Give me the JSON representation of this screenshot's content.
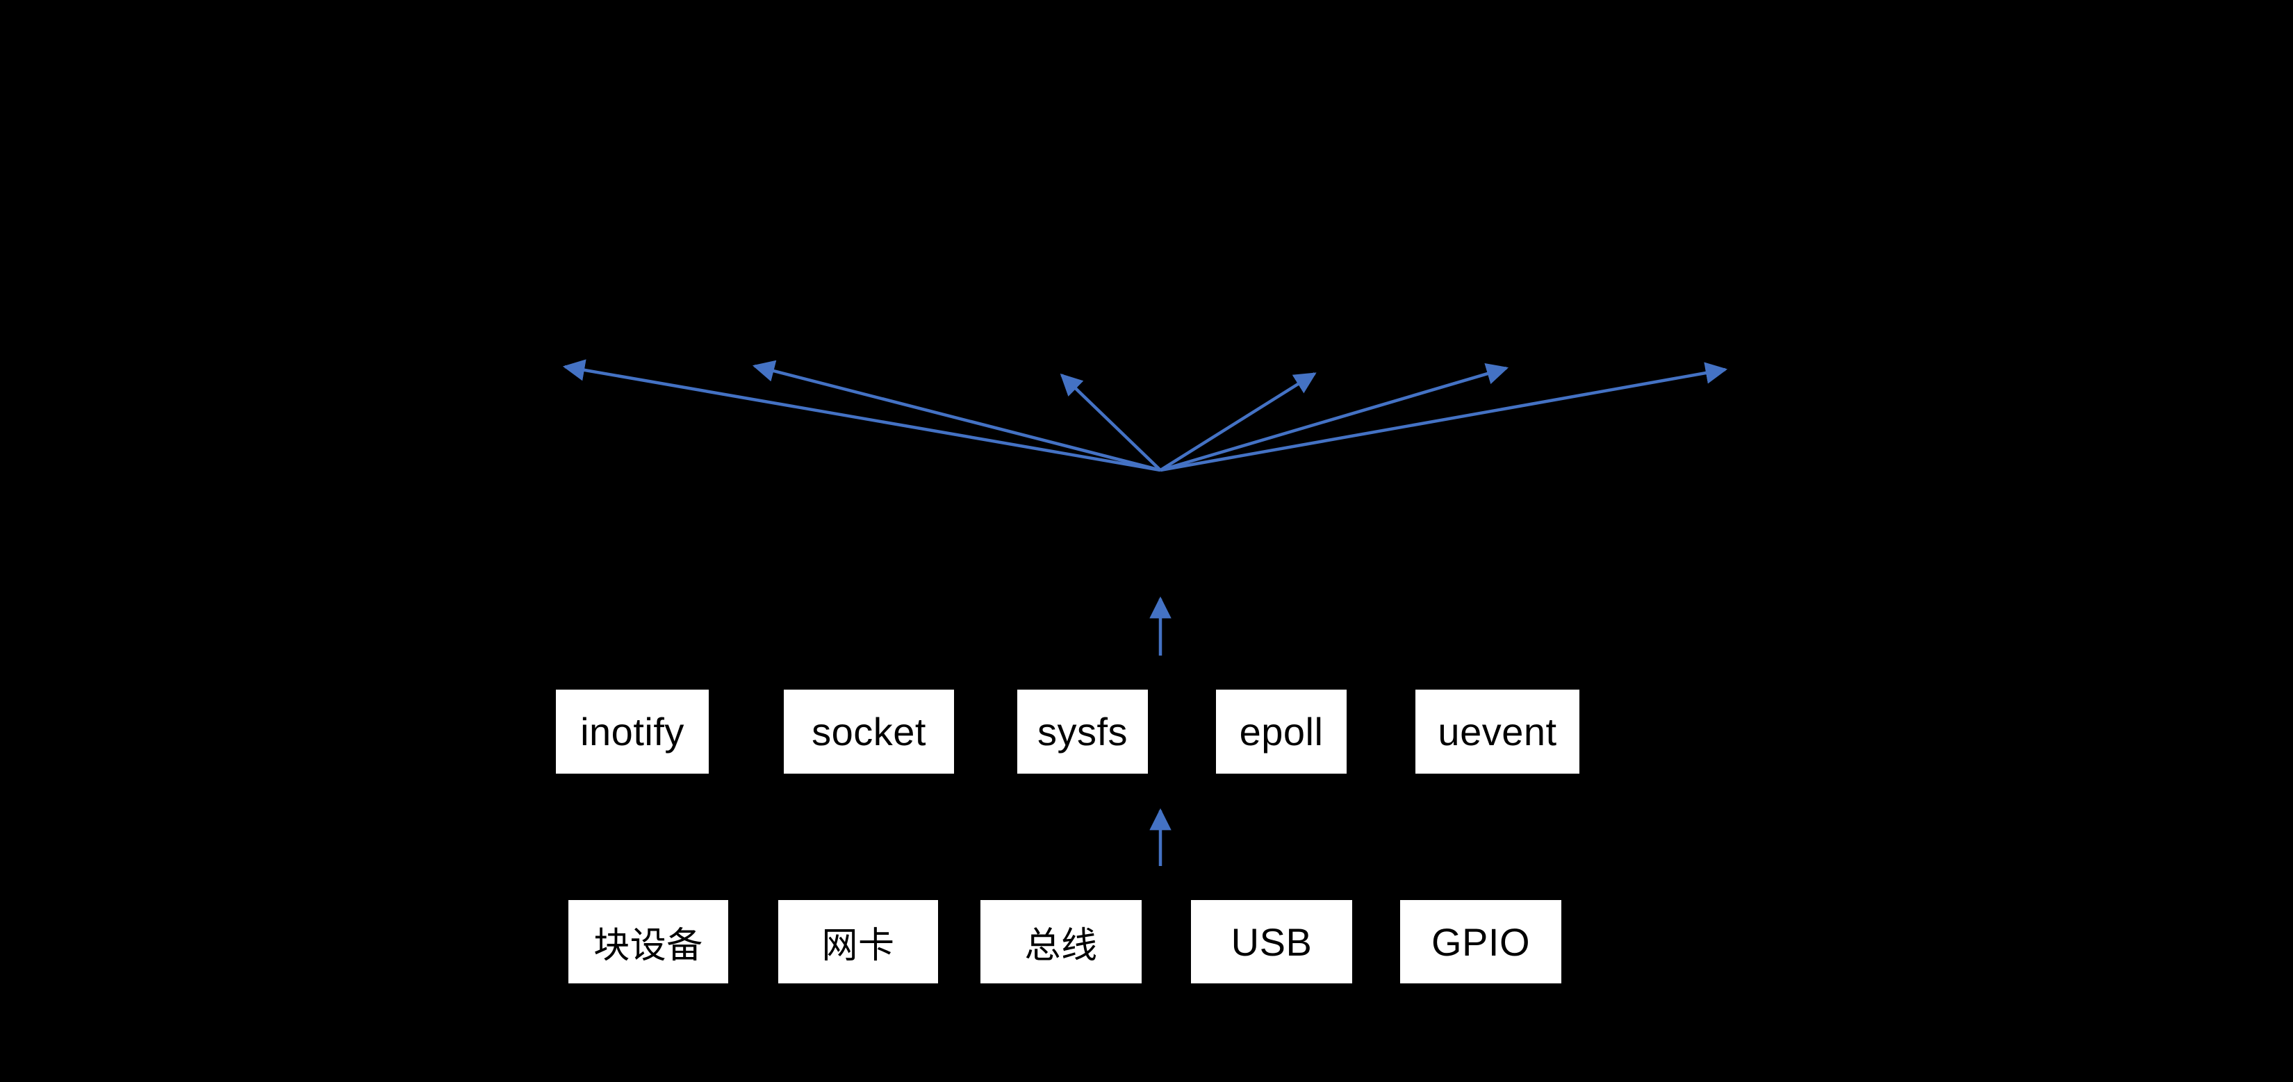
{
  "diagram": {
    "background_color": "#000000",
    "accent_color": "#4472C4",
    "box_fill_color": "#ffffff",
    "box_text_color": "#000000",
    "middle_row": [
      {
        "label": "inotify"
      },
      {
        "label": "socket"
      },
      {
        "label": "sysfs"
      },
      {
        "label": "epoll"
      },
      {
        "label": "uevent"
      }
    ],
    "bottom_row": [
      {
        "label": "块设备"
      },
      {
        "label": "网卡"
      },
      {
        "label": "总线"
      },
      {
        "label": "USB"
      },
      {
        "label": "GPIO"
      }
    ]
  }
}
